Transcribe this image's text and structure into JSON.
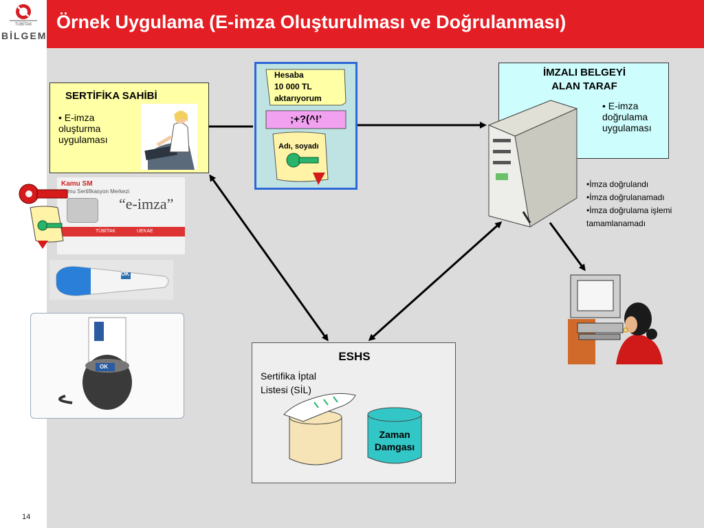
{
  "logo": {
    "small": "TÜBİTAK",
    "brand": "BİLGEM"
  },
  "slide": {
    "title": "Örnek Uygulama (E-imza Oluşturulması ve Doğrulanması)",
    "page_number": "14"
  },
  "cert_owner": {
    "heading": "SERTİFİKA SAHİBİ",
    "bullet": "• E-imza oluşturma uygulaması"
  },
  "document": {
    "note_lines": [
      "Hesaba",
      "10 000 TL",
      "aktarıyorum"
    ],
    "hash": ";+?(^!’",
    "signature": "Adı, soyadı"
  },
  "receiver": {
    "heading_line1": "İMZALI BELGEYİ",
    "heading_line2": "ALAN TARAF",
    "bullet": "• E-imza doğrulama uygulaması"
  },
  "results": [
    "•İmza doğrulandı",
    "•İmza doğrulanamadı",
    "•İmza doğrulama işlemi tamamlanamadı"
  ],
  "eshs": {
    "heading": "ESHS",
    "crl_line1": "Sertifika İptal",
    "crl_line2": "Listesi (SİL)",
    "timestamp_line1": "Zaman",
    "timestamp_line2": "Damgası"
  },
  "kamu_card": {
    "brand": "Kamu SM",
    "sub": "Kamu Sertifikasyon Merkezi",
    "eimza": "“e-imza”",
    "footer_left": "TÜBİTAK",
    "footer_right": "UEKAE"
  },
  "usb_label": "OK",
  "reader_label": "OK",
  "colors": {
    "header": "#e31e24",
    "cert_box": "#ffffa6",
    "doc_box": "#bfe3e3",
    "doc_border": "#2c67d8",
    "signed_box": "#cdfdfd",
    "eshs_box": "#eeeeee",
    "timestamp": "#33c6c6",
    "crl_cylinder": "#f6e3b6"
  }
}
